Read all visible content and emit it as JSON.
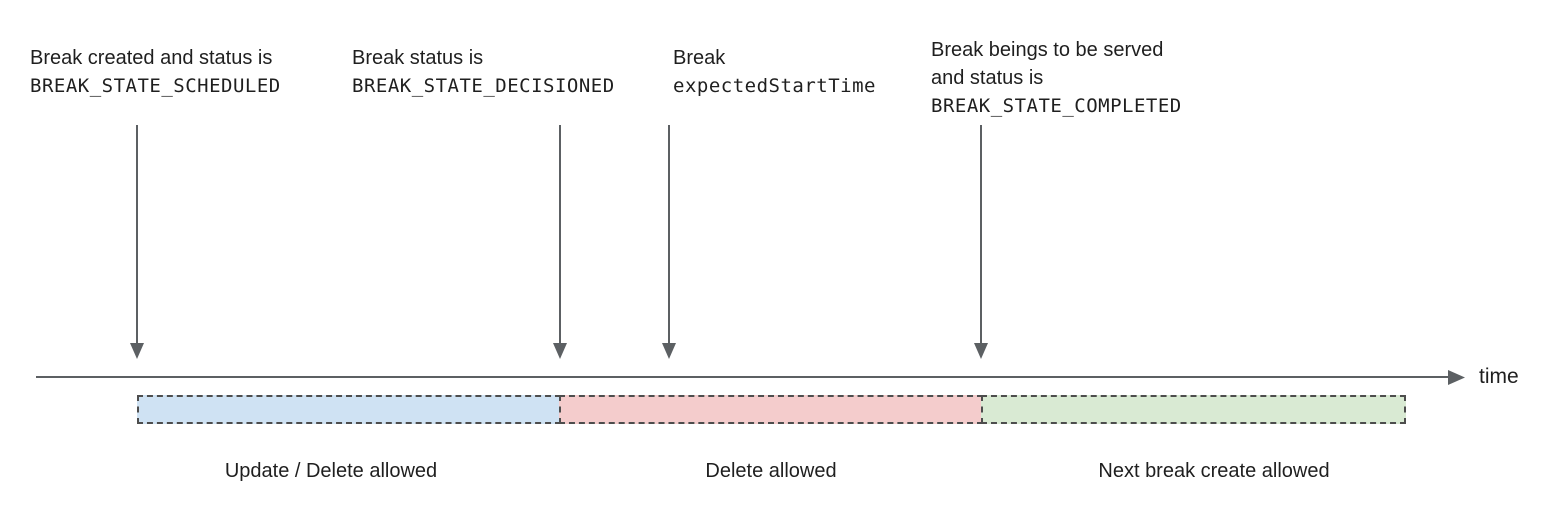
{
  "diagram": {
    "annotations": [
      {
        "text_lines": [
          "Break created and status is"
        ],
        "code_line": "BREAK_STATE_SCHEDULED"
      },
      {
        "text_lines": [
          "Break status is"
        ],
        "code_line": "BREAK_STATE_DECISIONED"
      },
      {
        "text_lines": [
          "Break"
        ],
        "code_line": "expectedStartTime"
      },
      {
        "text_lines": [
          "Break beings to be served",
          "and status is"
        ],
        "code_line": "BREAK_STATE_COMPLETED"
      }
    ],
    "axis": {
      "label": "time"
    },
    "segments": [
      {
        "label": "Update / Delete allowed",
        "fill": "#cfe2f3"
      },
      {
        "label": "Delete allowed",
        "fill": "#f4cccc"
      },
      {
        "label": "Next break create allowed",
        "fill": "#d9ead3"
      }
    ],
    "colors": {
      "arrow": "#5c6063",
      "dashed_border": "#4d4d4d",
      "text": "#1f1f1f",
      "background": "#ffffff"
    }
  }
}
